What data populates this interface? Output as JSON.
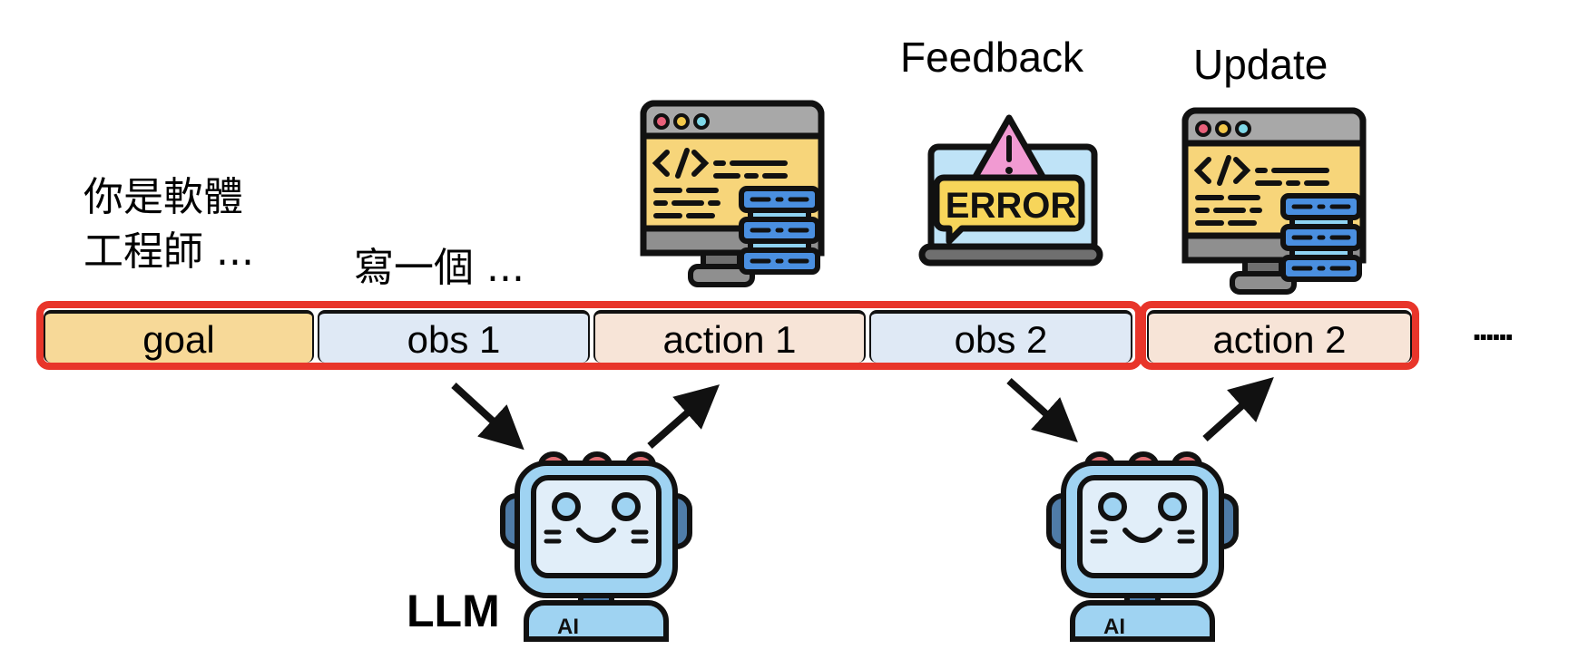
{
  "goal_prompt": {
    "line1": "你是軟體",
    "line2": "工程師 ..."
  },
  "obs_prompt": "寫一個 ...",
  "labels": {
    "feedback": "Feedback",
    "update": "Update",
    "llm": "LLM",
    "continuation": "......"
  },
  "segments": [
    {
      "label": "goal",
      "kind": "goal"
    },
    {
      "label": "obs 1",
      "kind": "observation"
    },
    {
      "label": "action 1",
      "kind": "action"
    },
    {
      "label": "obs 2",
      "kind": "observation"
    },
    {
      "label": "action 2",
      "kind": "action"
    }
  ],
  "icons": {
    "monitor_1": "code-monitor-icon",
    "error_laptop": "error-laptop-icon",
    "monitor_2": "code-monitor-icon",
    "robot_1": "ai-robot-icon",
    "robot_2": "ai-robot-icon",
    "robot_badge": "AI",
    "error_text": "ERROR"
  },
  "colors": {
    "highlight_border": "#e8352a",
    "goal_fill": "#f7d998",
    "obs_fill": "#dfe9f5",
    "action_fill": "#f7e4d7"
  }
}
